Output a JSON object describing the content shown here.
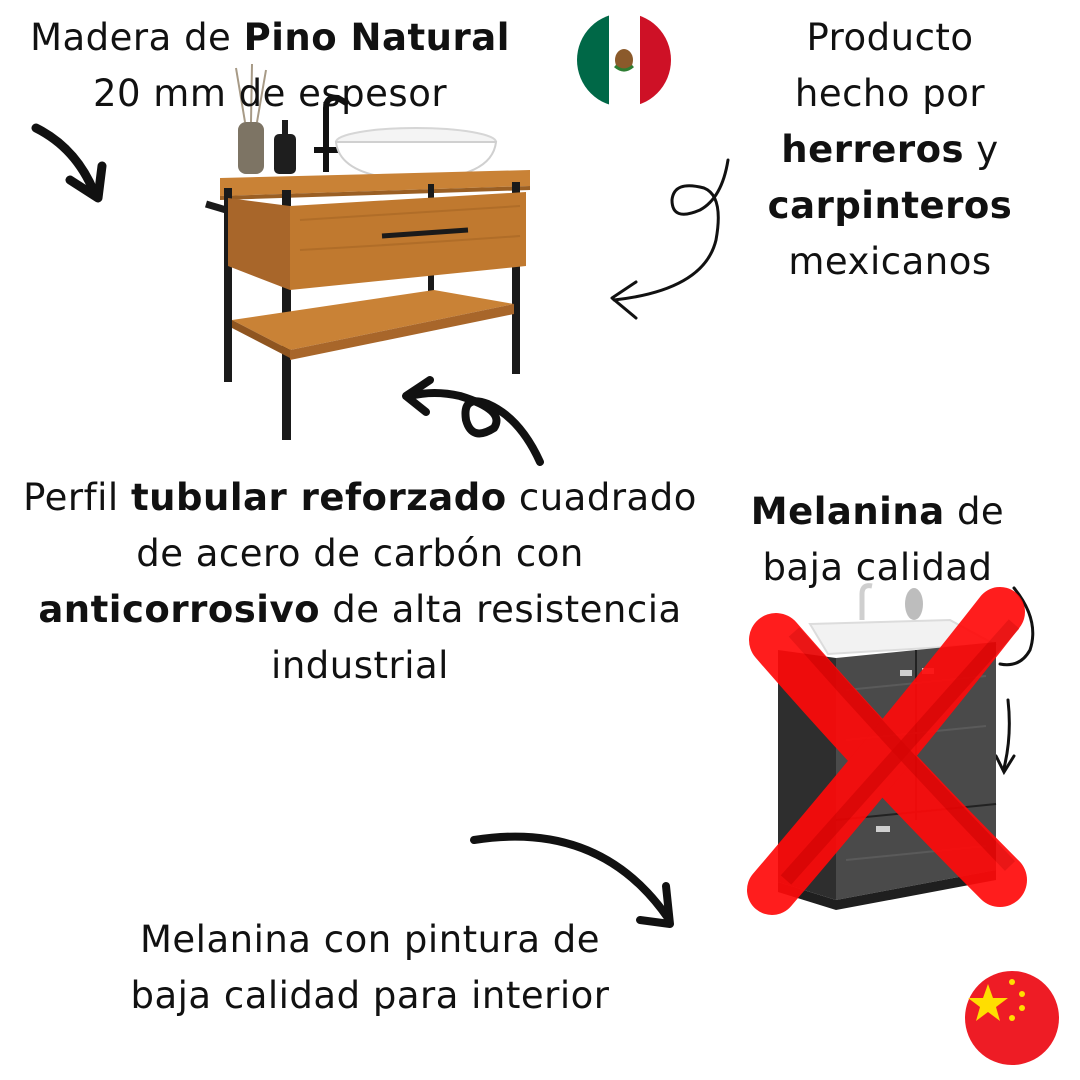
{
  "texts": {
    "pino": {
      "l1_pre": "Madera de ",
      "l1_bold": "Pino Natural",
      "l2": "20 mm de espesor"
    },
    "producto": {
      "l1": "Producto",
      "l2": "hecho por",
      "l3_bold": "herreros",
      "l3_post": " y",
      "l4_bold": "carpinteros",
      "l5": "mexicanos"
    },
    "perfil": {
      "l1_pre": "Perfil ",
      "l1_bold": "tubular reforzado",
      "l1_post": " cuadrado",
      "l2": "de acero de carbón con",
      "l3_bold": "anticorrosivo",
      "l3_post": " de alta resistencia",
      "l4": "industrial"
    },
    "melanina_top": {
      "l1_bold": "Melanina",
      "l1_post": " de",
      "l2": "baja calidad"
    },
    "melanina_bottom": {
      "l1": "Melanina con pintura de",
      "l2": "baja calidad para interior"
    }
  },
  "icons": {
    "mexico_flag": "mexico-flag-icon",
    "china_flag": "china-flag-icon",
    "red_x": "red-cross-mark"
  },
  "colors": {
    "mexico_green": "#006847",
    "mexico_red": "#ce1126",
    "china_red": "#ee1c25",
    "china_yellow": "#ffde00",
    "cross_red": "#ff0a0a",
    "wood": "#c0792f",
    "steel": "#1a1a1a",
    "dark_cabinet": "#3a3a3a"
  }
}
